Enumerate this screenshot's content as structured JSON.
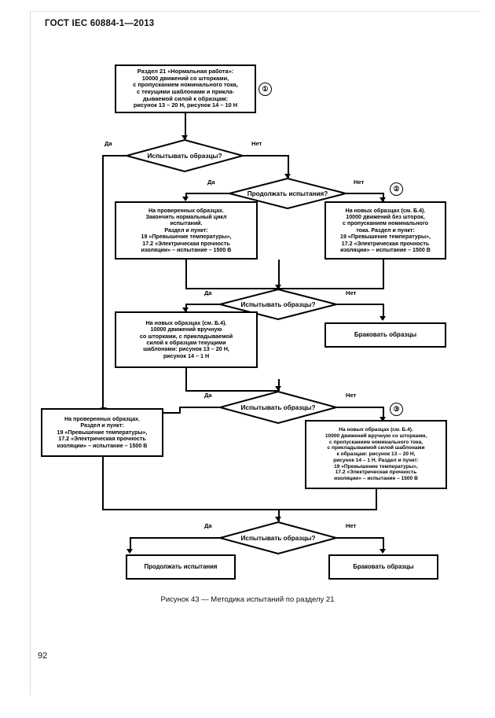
{
  "document": {
    "header": "ГОСТ IEC 60884-1—2013",
    "page_number": "92",
    "figure_caption": "Рисунок 43 — Методика испытаний по разделу 21"
  },
  "flowchart": {
    "markers": {
      "one": "①",
      "two": "②",
      "three": "③"
    },
    "branch_labels": {
      "yes": "Да",
      "no": "Нет"
    },
    "nodes": {
      "start_box": "Раздел 21 «Нормальная работа»:\n10000 движений со шторками,\nс пропусканием номинального тока,\nс текущими шаблонами и прикла-\nдываемой силой к образцам:\nрисунок 13 – 20 Н, рисунок 14 – 10 Н",
      "decision_1": "Испытывать образцы?",
      "decision_2": "Продолжать испытания?",
      "box_checked_full_cycle": "На проверенных образцах.\nЗакончить нормальный цикл\nиспытаний.\nРаздел и пункт:\n19 «Превышение температуры»,\n17.2 «Электрическая прочность\nизоляции» – испытание – 1500 В",
      "box_new_no_shutters": "На новых образцах (см. Б.4).\n10000 движений без шторок,\nс пропусканием номинального\nтока. Раздел и пункт:\n19 «Превышение температуры»,\n17.2 «Электрическая прочность\nизоляции» – испытание – 1500 В",
      "decision_3": "Испытывать образцы?",
      "box_new_manual_shutters": "На новых образцах (см. Б.4).\n10000 движений вручную\nсо шторками, с прикладываемой\nсилой к образцам текущими\nшаблонами: рисунок 13 – 20 Н,\nрисунок 14 – 1 Н",
      "box_reject_1": "Браковать образцы",
      "decision_4": "Испытывать образцы?",
      "box_checked_short": "На проверенных образцах.\nРаздел и пункт:\n19 «Превышение температуры»,\n17.2 «Электрическая прочность\nизоляции» – испытание – 1500 В",
      "box_new_manual_current": "На новых образцах (см. Б.4).\n10000 движений вручную со шторками,\nс пропусканием номинального тока,\nс прикладываемой силой шаблонами\nк образцам: рисунок 13 – 20 Н,\nрисунок 14 – 1 Н. Раздел и пункт:\n19 «Превышение температуры»,\n17.2 «Электрическая прочность\nизоляции» – испытание – 1500 В",
      "decision_5": "Испытывать образцы?",
      "box_continue": "Продолжать испытания",
      "box_reject_2": "Браковать образцы"
    }
  }
}
